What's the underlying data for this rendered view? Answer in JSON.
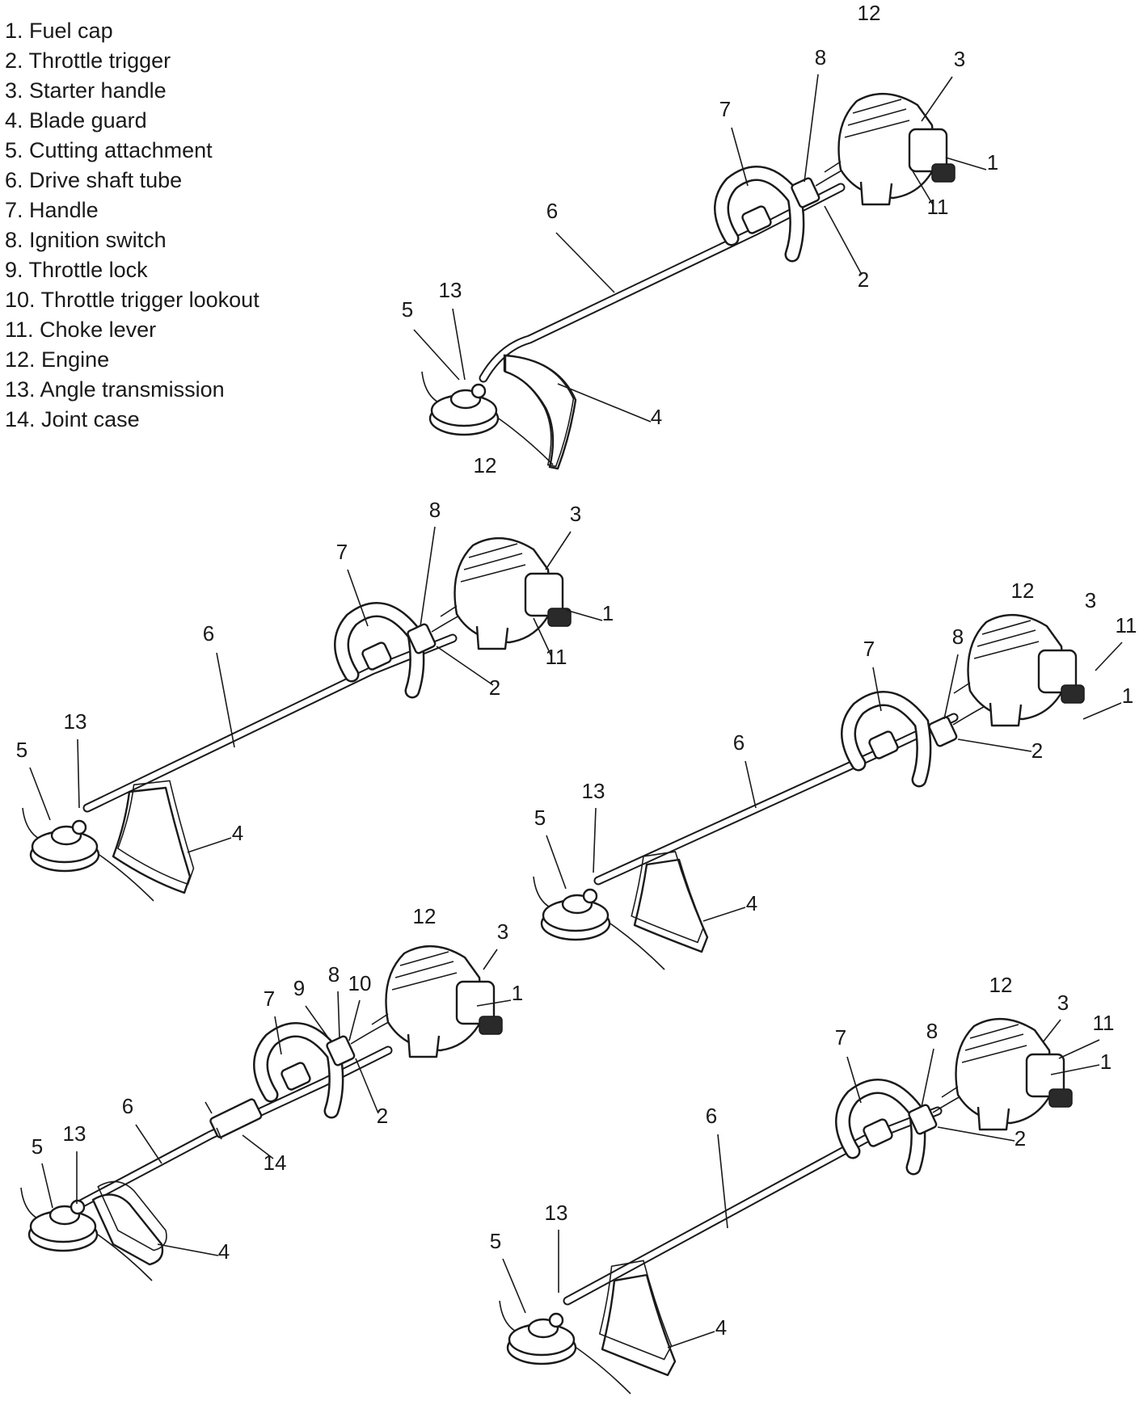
{
  "legend": [
    {
      "num": "1.",
      "text": "Fuel cap"
    },
    {
      "num": "2.",
      "text": "Throttle trigger"
    },
    {
      "num": "3.",
      "text": "Starter handle"
    },
    {
      "num": "4.",
      "text": "Blade guard"
    },
    {
      "num": "5.",
      "text": "Cutting attachment"
    },
    {
      "num": "6.",
      "text": "Drive shaft tube"
    },
    {
      "num": "7.",
      "text": "Handle"
    },
    {
      "num": "8.",
      "text": "Ignition switch"
    },
    {
      "num": "9.",
      "text": "Throttle lock"
    },
    {
      "num": "10.",
      "text": "Throttle trigger lookout"
    },
    {
      "num": "11.",
      "text": "Choke lever"
    },
    {
      "num": "12.",
      "text": "Engine"
    },
    {
      "num": "13.",
      "text": "Angle transmission"
    },
    {
      "num": "14.",
      "text": "Joint case"
    }
  ],
  "trimmers": [
    {
      "id": "a",
      "callouts": [
        "1",
        "2",
        "3",
        "4",
        "5",
        "6",
        "7",
        "8",
        "11",
        "12",
        "13"
      ]
    },
    {
      "id": "b",
      "callouts": [
        "1",
        "2",
        "3",
        "4",
        "5",
        "6",
        "7",
        "8",
        "11",
        "12",
        "13"
      ]
    },
    {
      "id": "c",
      "callouts": [
        "1",
        "2",
        "3",
        "4",
        "5",
        "6",
        "7",
        "8",
        "11",
        "12",
        "13"
      ]
    },
    {
      "id": "d",
      "callouts": [
        "1",
        "2",
        "3",
        "4",
        "5",
        "6",
        "7",
        "8",
        "9",
        "10",
        "12",
        "13",
        "14"
      ]
    },
    {
      "id": "e",
      "callouts": [
        "1",
        "2",
        "3",
        "4",
        "5",
        "6",
        "7",
        "8",
        "11",
        "12",
        "13"
      ]
    }
  ]
}
